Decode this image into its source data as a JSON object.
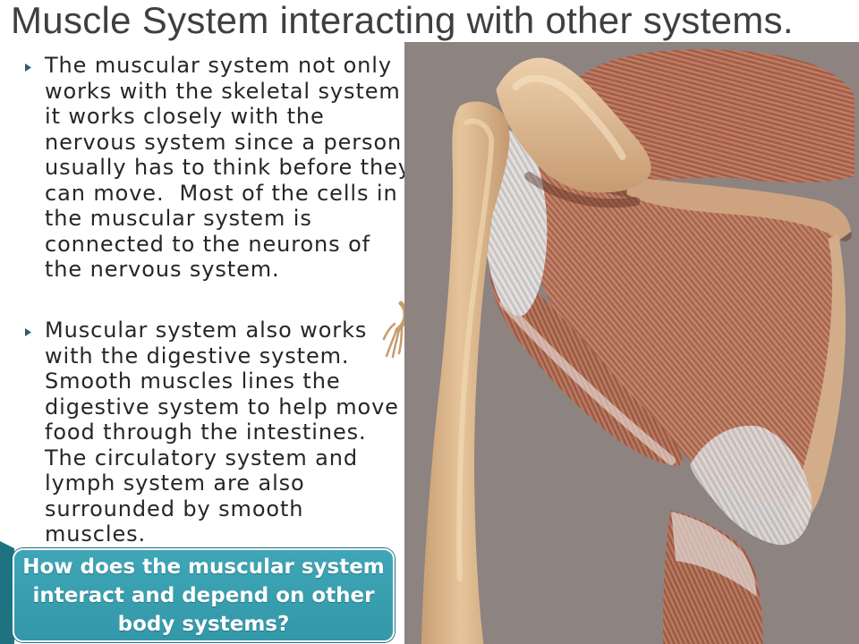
{
  "slide": {
    "title": "Muscle System interacting with other systems.",
    "bullets": [
      {
        "text": "The muscular system not only\nworks with the skeletal system\nit works closely with the\nnervous system since a person\nusually has to think before they\ncan move.  Most of the cells in\nthe muscular system is\nconnected to the neurons of\nthe nervous system."
      },
      {
        "text": "Muscular system also works\nwith the digestive system.\nSmooth muscles lines the\ndigestive system to help move\nfood through the intestines.\nThe circulatory system and\nlymph system are also\nsurrounded by smooth\nmuscles."
      }
    ],
    "question_box": {
      "text": "How does the muscular system\ninteract and depend on other\nbody systems?"
    }
  },
  "icons": {
    "bullet": "arrow-bullet-icon"
  },
  "colors": {
    "title": "#3f3f3f",
    "body_text": "#262626",
    "bullet": "#2a5f6a",
    "question_box_fill": "#3398a9",
    "question_box_text": "#ffffff",
    "image_background": "#8d8381"
  }
}
